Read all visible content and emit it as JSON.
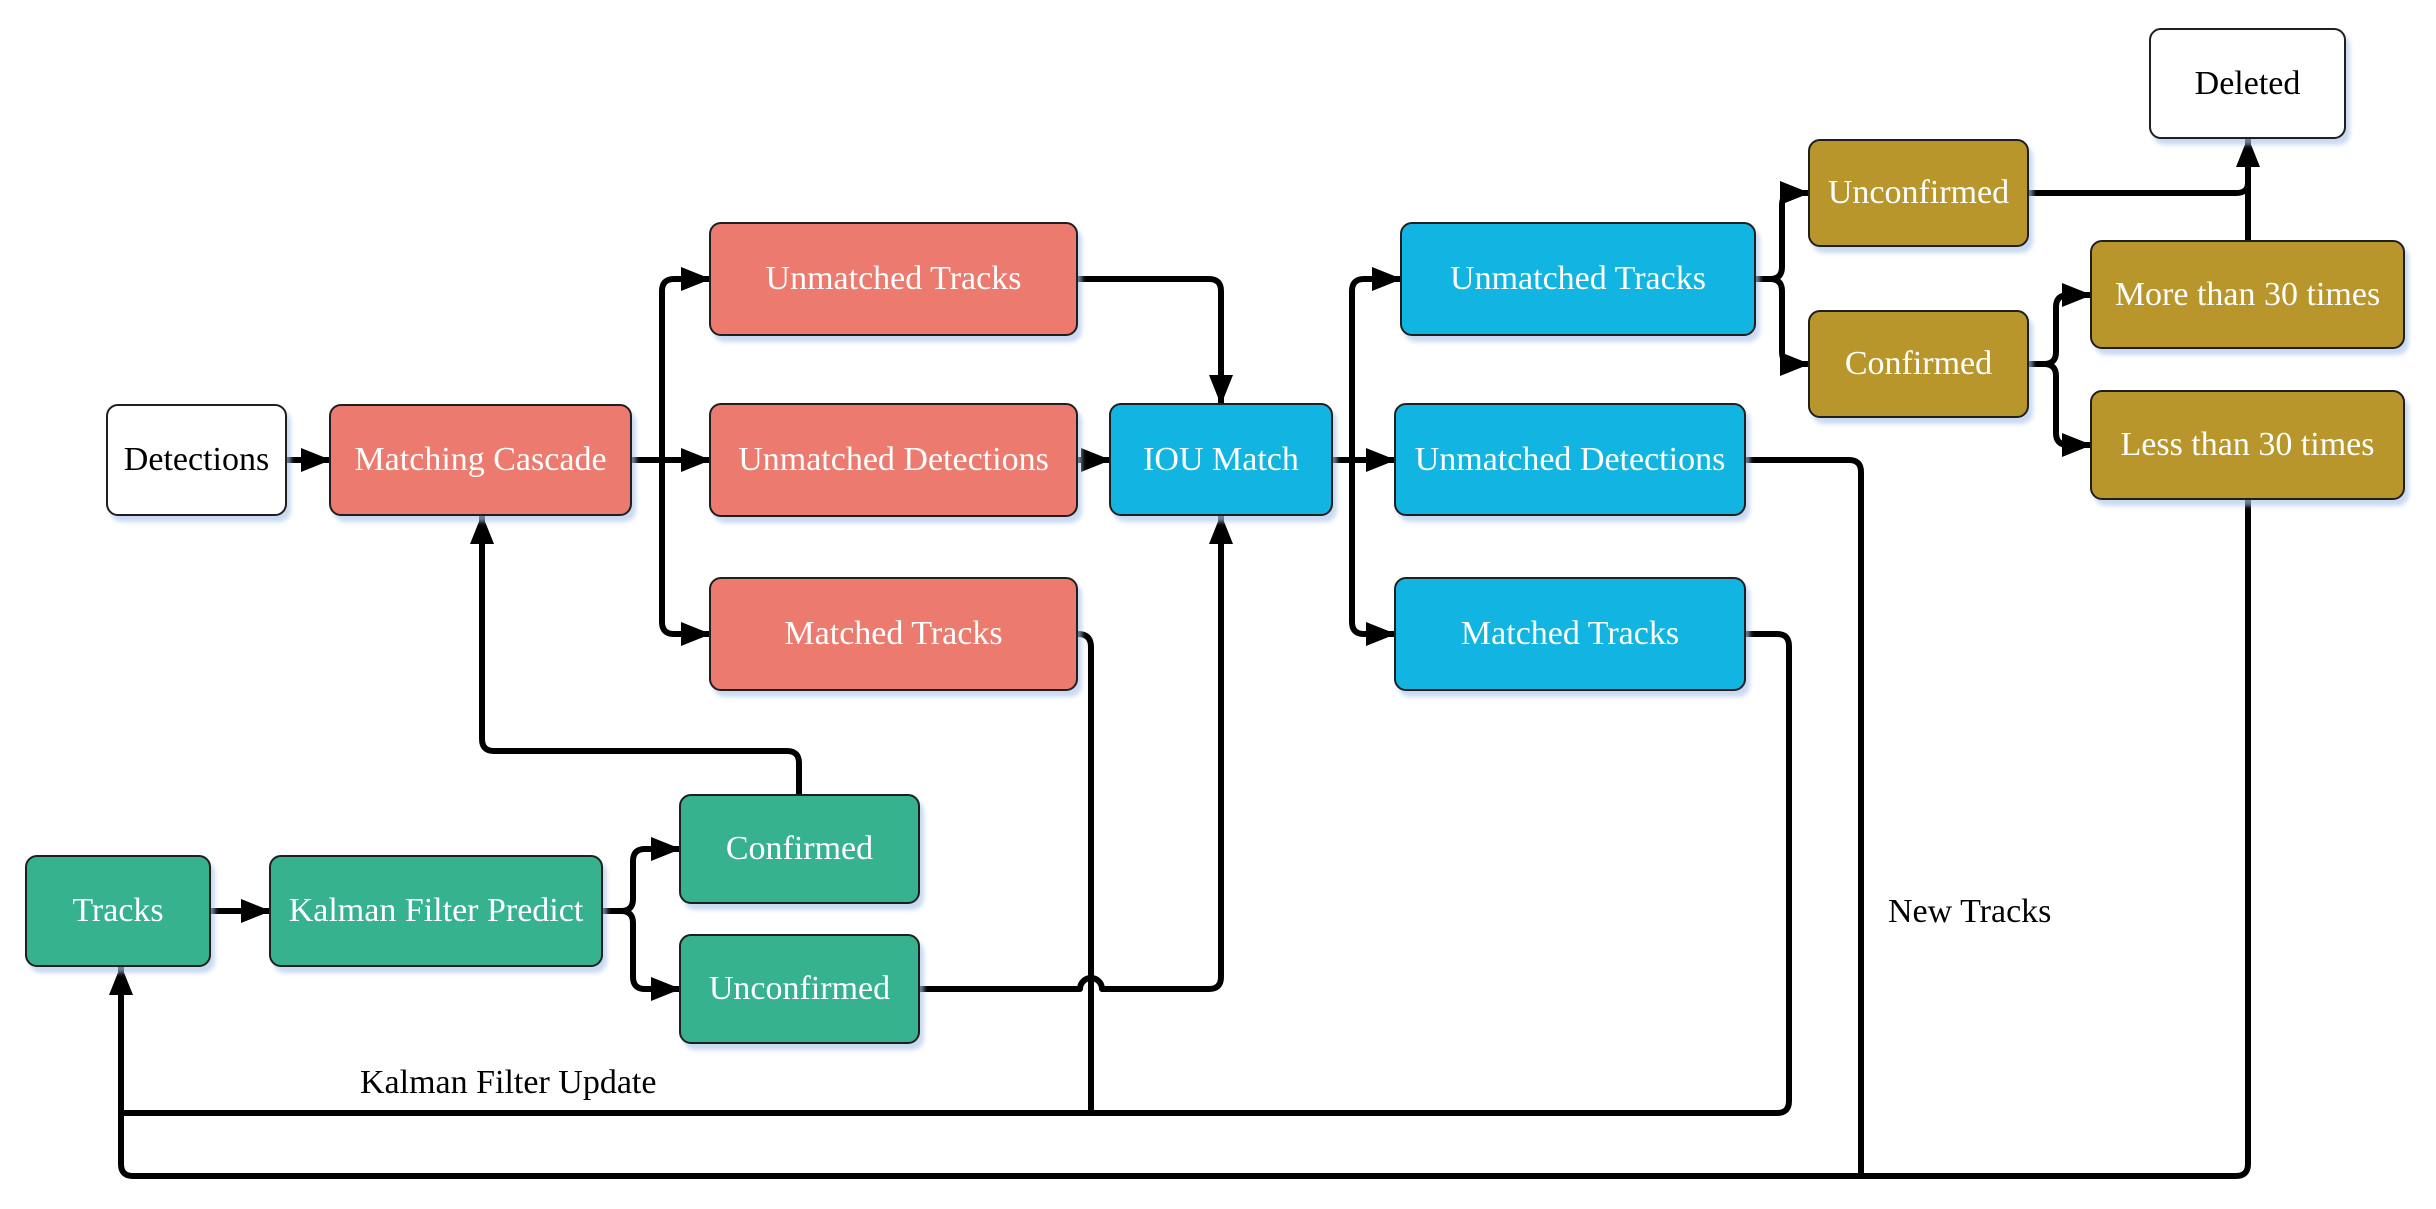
{
  "diagram": {
    "nodes": {
      "detections": {
        "label": "Detections"
      },
      "matching_cascade": {
        "label": "Matching Cascade"
      },
      "mc_unmatched_tracks": {
        "label": "Unmatched Tracks"
      },
      "mc_unmatched_detections": {
        "label": "Unmatched Detections"
      },
      "mc_matched_tracks": {
        "label": "Matched Tracks"
      },
      "iou_match": {
        "label": "IOU Match"
      },
      "iou_unmatched_tracks": {
        "label": "Unmatched Tracks"
      },
      "iou_unmatched_detections": {
        "label": "Unmatched Detections"
      },
      "iou_matched_tracks": {
        "label": "Matched Tracks"
      },
      "unconfirmed_track": {
        "label": "Unconfirmed"
      },
      "confirmed_track": {
        "label": "Confirmed"
      },
      "more_than_30": {
        "label": "More than 30 times"
      },
      "less_than_30": {
        "label": "Less than 30 times"
      },
      "deleted": {
        "label": "Deleted"
      },
      "tracks": {
        "label": "Tracks"
      },
      "kalman_filter_predict": {
        "label": "Kalman Filter Predict"
      },
      "kf_confirmed": {
        "label": "Confirmed"
      },
      "kf_unconfirmed": {
        "label": "Unconfirmed"
      }
    },
    "edge_labels": {
      "new_tracks": "New Tracks",
      "kalman_filter_update": "Kalman Filter Update"
    },
    "edges": [
      {
        "from": "detections",
        "to": "matching_cascade"
      },
      {
        "from": "matching_cascade",
        "to": "mc_unmatched_tracks"
      },
      {
        "from": "matching_cascade",
        "to": "mc_unmatched_detections"
      },
      {
        "from": "matching_cascade",
        "to": "mc_matched_tracks"
      },
      {
        "from": "mc_unmatched_tracks",
        "to": "iou_match"
      },
      {
        "from": "mc_unmatched_detections",
        "to": "iou_match"
      },
      {
        "from": "mc_matched_tracks",
        "to": "tracks",
        "label": "kalman_filter_update"
      },
      {
        "from": "iou_match",
        "to": "iou_unmatched_tracks"
      },
      {
        "from": "iou_match",
        "to": "iou_unmatched_detections"
      },
      {
        "from": "iou_match",
        "to": "iou_matched_tracks"
      },
      {
        "from": "iou_unmatched_tracks",
        "to": "unconfirmed_track"
      },
      {
        "from": "iou_unmatched_tracks",
        "to": "confirmed_track"
      },
      {
        "from": "iou_unmatched_detections",
        "to": "tracks",
        "label": "new_tracks"
      },
      {
        "from": "iou_matched_tracks",
        "to": "tracks",
        "label": "kalman_filter_update"
      },
      {
        "from": "unconfirmed_track",
        "to": "deleted"
      },
      {
        "from": "confirmed_track",
        "to": "more_than_30"
      },
      {
        "from": "confirmed_track",
        "to": "less_than_30"
      },
      {
        "from": "more_than_30",
        "to": "deleted"
      },
      {
        "from": "less_than_30",
        "to": "tracks"
      },
      {
        "from": "tracks",
        "to": "kalman_filter_predict"
      },
      {
        "from": "kalman_filter_predict",
        "to": "kf_confirmed"
      },
      {
        "from": "kalman_filter_predict",
        "to": "kf_unconfirmed"
      },
      {
        "from": "kf_confirmed",
        "to": "matching_cascade"
      },
      {
        "from": "kf_unconfirmed",
        "to": "iou_match"
      }
    ],
    "colors": {
      "detection_stage": "#ec7a6e",
      "iou_stage": "#12b5e2",
      "track_stage": "#37b28e",
      "age_stage": "#b9962c",
      "neutral": "#ffffff",
      "line": "#000000",
      "shadow": "#adc5eb"
    }
  }
}
